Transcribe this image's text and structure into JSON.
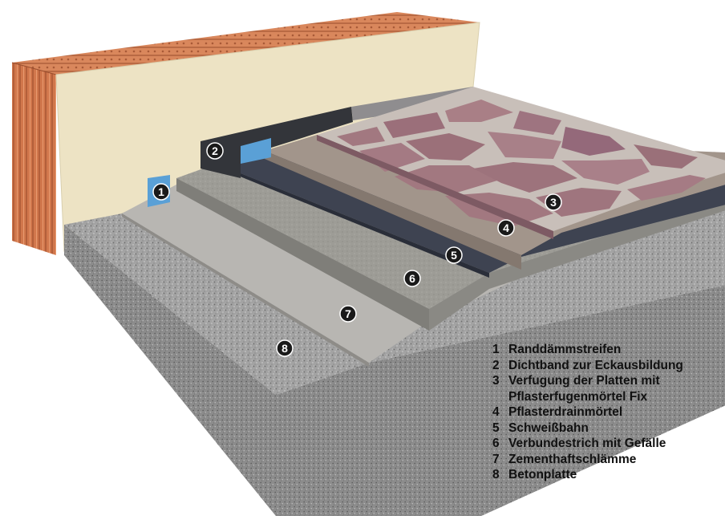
{
  "layers": [
    {
      "number": "1",
      "label": "Randdämmstreifen"
    },
    {
      "number": "2",
      "label": "Dichtband zur Eckausbildung"
    },
    {
      "number": "3",
      "label": "Verfugung der Platten mit\nPflasterfugenmörtel Fix"
    },
    {
      "number": "4",
      "label": "Pflasterdrainmörtel"
    },
    {
      "number": "5",
      "label": "Schweißbahn"
    },
    {
      "number": "6",
      "label": "Verbundestrich mit Gefälle"
    },
    {
      "number": "7",
      "label": "Zementhaftschlämme"
    },
    {
      "number": "8",
      "label": "Betonplatte"
    }
  ],
  "colors": {
    "brick": "#d9875c",
    "wall_insulation": "#ede3c4",
    "concrete": "#a3a3a3",
    "slurry": "#b8b6b2",
    "screed": "#9d9c96",
    "membrane": "#3e4351",
    "drain_mortar": "#a2958b",
    "stone_tile": "#a27880",
    "joint_mortar": "#c8bfb9",
    "edge_strip": "#5aa0d6",
    "sealing_tape": "#33353a",
    "marker_fill": "#1a1a1a"
  }
}
